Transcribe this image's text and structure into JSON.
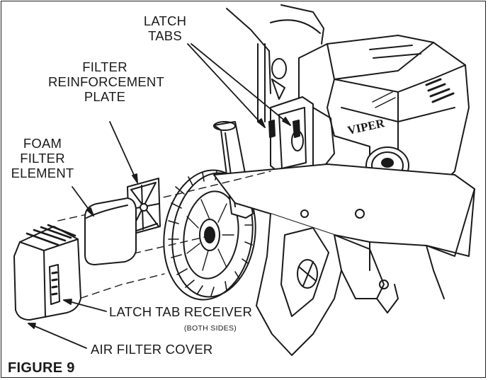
{
  "figure": {
    "caption": "FIGURE 9",
    "labels": {
      "latch_tabs": [
        "LATCH",
        "TABS"
      ],
      "filter_reinforcement_plate": [
        "FILTER",
        "REINFORCEMENT",
        "PLATE"
      ],
      "foam_filter_element": [
        "FOAM",
        "FILTER",
        "ELEMENT"
      ],
      "latch_tab_receiver": "LATCH TAB RECEIVER",
      "latch_tab_receiver_note": "(BOTH SIDES)",
      "air_filter_cover": "AIR FILTER COVER"
    },
    "engine_brand": "VIPER"
  }
}
